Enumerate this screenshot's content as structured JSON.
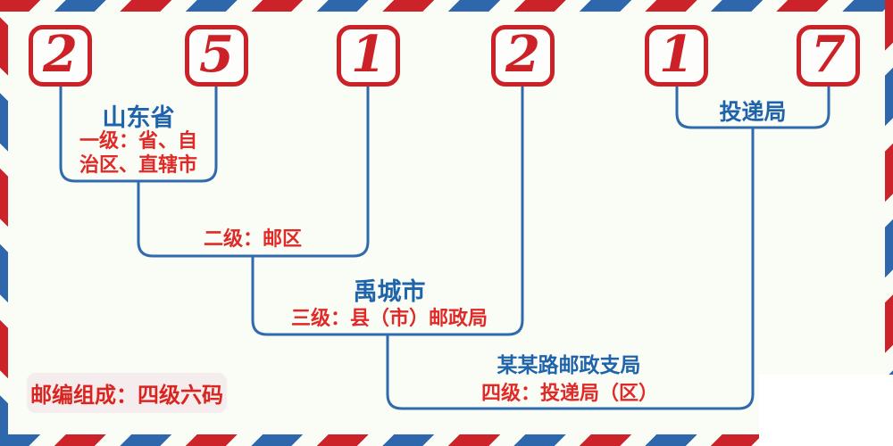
{
  "postal_code": {
    "full": "251217",
    "digits": [
      "2",
      "5",
      "1",
      "2",
      "1",
      "7"
    ]
  },
  "labels": {
    "level1_place": "山东省",
    "level1_desc": "一级：省、自\n治区、直辖市",
    "level2_desc": "二级：邮区",
    "level3_place": "禹城市",
    "level3_desc": "三级：县（市）邮政局",
    "delivery": "投递局",
    "level4_place": "某某路邮政支局",
    "level4_desc": "四级：投递局（区）",
    "badge": "邮编组成：四级六码"
  },
  "colors": {
    "background": "#fafcf6",
    "digit_red": "#cd2128",
    "text_red": "#e02a28",
    "heading_blue": "#1f64ab",
    "line_blue": "#2e6aac",
    "stripe_red": "#cc2229",
    "stripe_blue": "#2f67ad",
    "badge_background": "#f5ecee"
  }
}
